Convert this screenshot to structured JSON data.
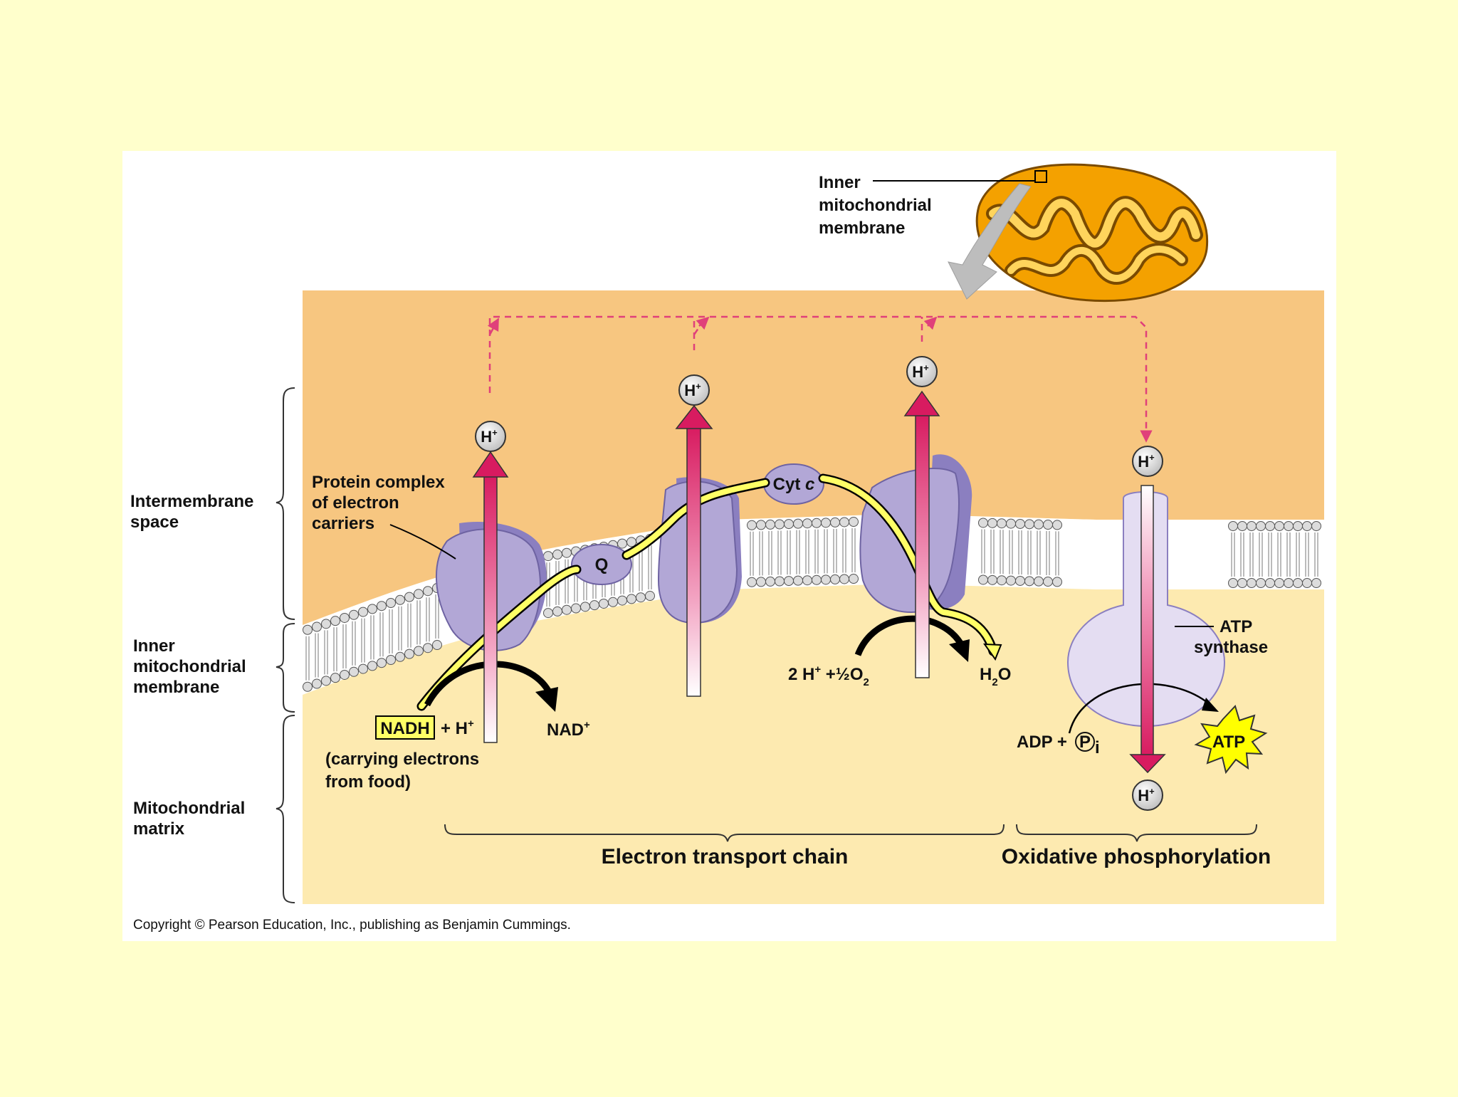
{
  "colors": {
    "page_background": "#ffffcc",
    "panel": "#ffffff",
    "intermembrane_space": "#f7c680",
    "matrix": "#fdeab0",
    "protein_complex": "#b2a7d6",
    "proton_arrow": "#d81b60",
    "electron_path": "#ffff66",
    "mitochondrion": "#f4a100",
    "atp_burst": "#ffff00"
  },
  "region_labels": {
    "intermembrane_space": [
      "Intermembrane",
      "space"
    ],
    "inner_membrane": [
      "Inner",
      "mitochondrial",
      "membrane"
    ],
    "matrix": [
      "Mitochondrial",
      "matrix"
    ]
  },
  "inset": {
    "label": [
      "Inner",
      "mitochondrial",
      "membrane"
    ]
  },
  "protein_complex_label": [
    "Protein complex",
    "of electron",
    "carriers"
  ],
  "carriers": {
    "q": "Q",
    "cyt_c": "Cyt",
    "cyt_c_italic": "c"
  },
  "proton": {
    "base": "H",
    "charge": "+"
  },
  "nadh": {
    "box": "NADH",
    "rest": "+ H",
    "charge": "+",
    "note": [
      "(carrying electrons",
      "from food)"
    ]
  },
  "nad_plus": {
    "base": "NAD",
    "charge": "+"
  },
  "oxygen_reaction": {
    "prefix": "2 H",
    "charge": "+",
    "rest": " +½O",
    "subscript": "2"
  },
  "water": {
    "base": "H",
    "subscript": "2",
    "end": "O"
  },
  "atp_synthase_label": [
    "ATP",
    "synthase"
  ],
  "adp": {
    "text": "ADP +",
    "p_symbol": "P",
    "subscript": "i"
  },
  "atp": "ATP",
  "sections": {
    "etc": "Electron transport chain",
    "oxphos": "Oxidative phosphorylation"
  },
  "copyright": "Copyright © Pearson Education, Inc., publishing as Benjamin Cummings."
}
